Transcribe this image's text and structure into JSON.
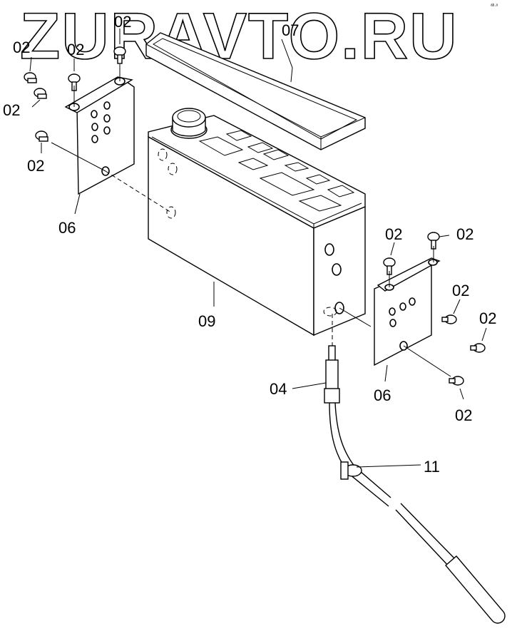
{
  "watermark": "ZURAVTO.RU",
  "corner_mark": "ᵃᵇ·ᵒ",
  "labels": {
    "p02": "02",
    "p04": "04",
    "p06": "06",
    "p07": "07",
    "p09": "09",
    "p11": "11"
  }
}
